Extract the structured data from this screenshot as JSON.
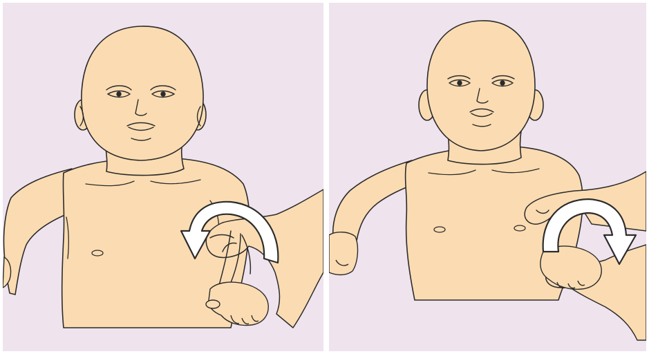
{
  "palette": {
    "background": "#efe3ee",
    "skin": "#fbdcb2",
    "skin_shadow": "#f5cd9a",
    "outline": "#2b2b2b",
    "arrow_fill": "#ffffff"
  },
  "panels": [
    {
      "id": "left",
      "rotation_arrow": "counterclockwise"
    },
    {
      "id": "right",
      "rotation_arrow": "clockwise"
    }
  ]
}
